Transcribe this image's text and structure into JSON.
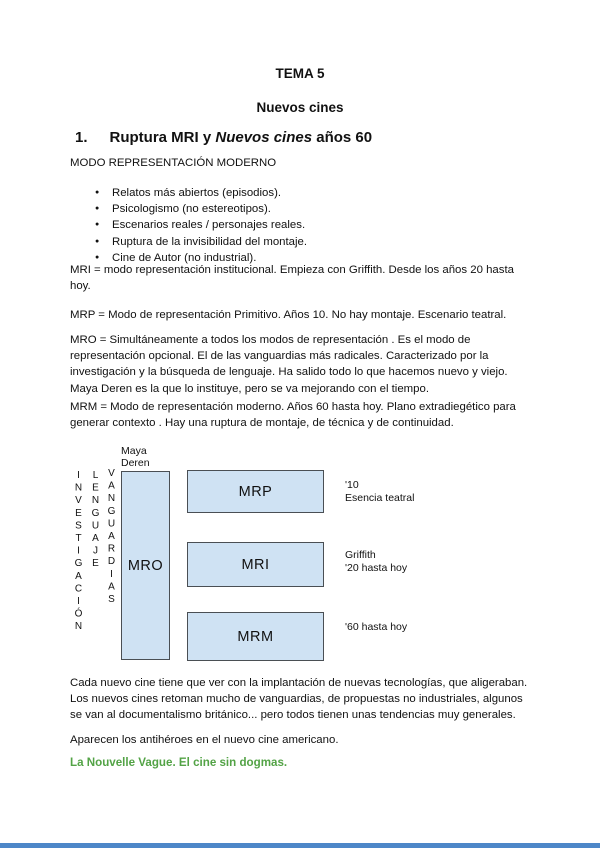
{
  "page": {
    "title": "TEMA 5",
    "subtitle": "Nuevos cines"
  },
  "heading": {
    "number": "1.",
    "text_prefix": "Ruptura MRI y ",
    "text_italic": "Nuevos cines",
    "text_suffix": " años 60"
  },
  "intro_label": "MODO REPRESENTACIÓN MODERNO",
  "bullets": [
    "Relatos más abiertos (episodios).",
    "Psicologismo (no estereotipos).",
    "Escenarios reales / personajes reales.",
    "Ruptura de la invisibilidad del montaje.",
    "Cine de Autor (no industrial)."
  ],
  "paragraphs": {
    "mri": "MRI = modo representación institucional. Empieza con Griffith. Desde los años 20 hasta\nhoy.",
    "mrp": "MRP = Modo de representación Primitivo. Años 10. No hay montaje. Escenario teatral.",
    "mro": "MRO = Simultáneamente a todos los modos de representación . Es el modo de\nrepresentación opcional. El de las vanguardias más radicales. Caracterizado por la\ninvestigación y la búsqueda de lenguaje. Ha salido todo lo que hacemos nuevo y viejo.\nMaya Deren es la que lo instituye, pero se va mejorando con el tiempo.",
    "mrm": "MRM = Modo de representación moderno. Años 60 hasta hoy. Plano extradiegético para\ngenerar contexto . Hay una ruptura de montaje, de técnica y de continuidad.",
    "cada": "Cada nuevo cine tiene que ver con la implantación de nuevas tecnologías, que aligeraban.\nLos nuevos cines retoman mucho de vanguardias, de propuestas no industriales, algunos\nse van al documentalismo británico... pero todos tienen unas tendencias muy generales.",
    "antiheroes": "Aparecen los antihéroes en el nuevo cine americano.",
    "green_note": "La Nouvelle Vague. El cine sin dogmas."
  },
  "diagram": {
    "maya_line1": "Maya",
    "maya_line2": "Deren",
    "vertical_words": [
      "INVESTIGACIÓN",
      "LENGUAJE",
      "VANGUARDIAS"
    ],
    "boxes": {
      "mro": "MRO",
      "mrp": "MRP",
      "mri": "MRI",
      "mrm": "MRM"
    },
    "annotations": {
      "mrp_line1": "'10",
      "mrp_line2": "Esencia teatral",
      "mri_line1": "Griffith",
      "mri_line2": "'20 hasta hoy",
      "mrm_line1": "'60 hasta hoy"
    }
  },
  "colors": {
    "box_fill": "#cfe2f3",
    "box_border": "#4a4f54",
    "green_text": "#53a346",
    "bottom_bar": "#4d87c8"
  }
}
